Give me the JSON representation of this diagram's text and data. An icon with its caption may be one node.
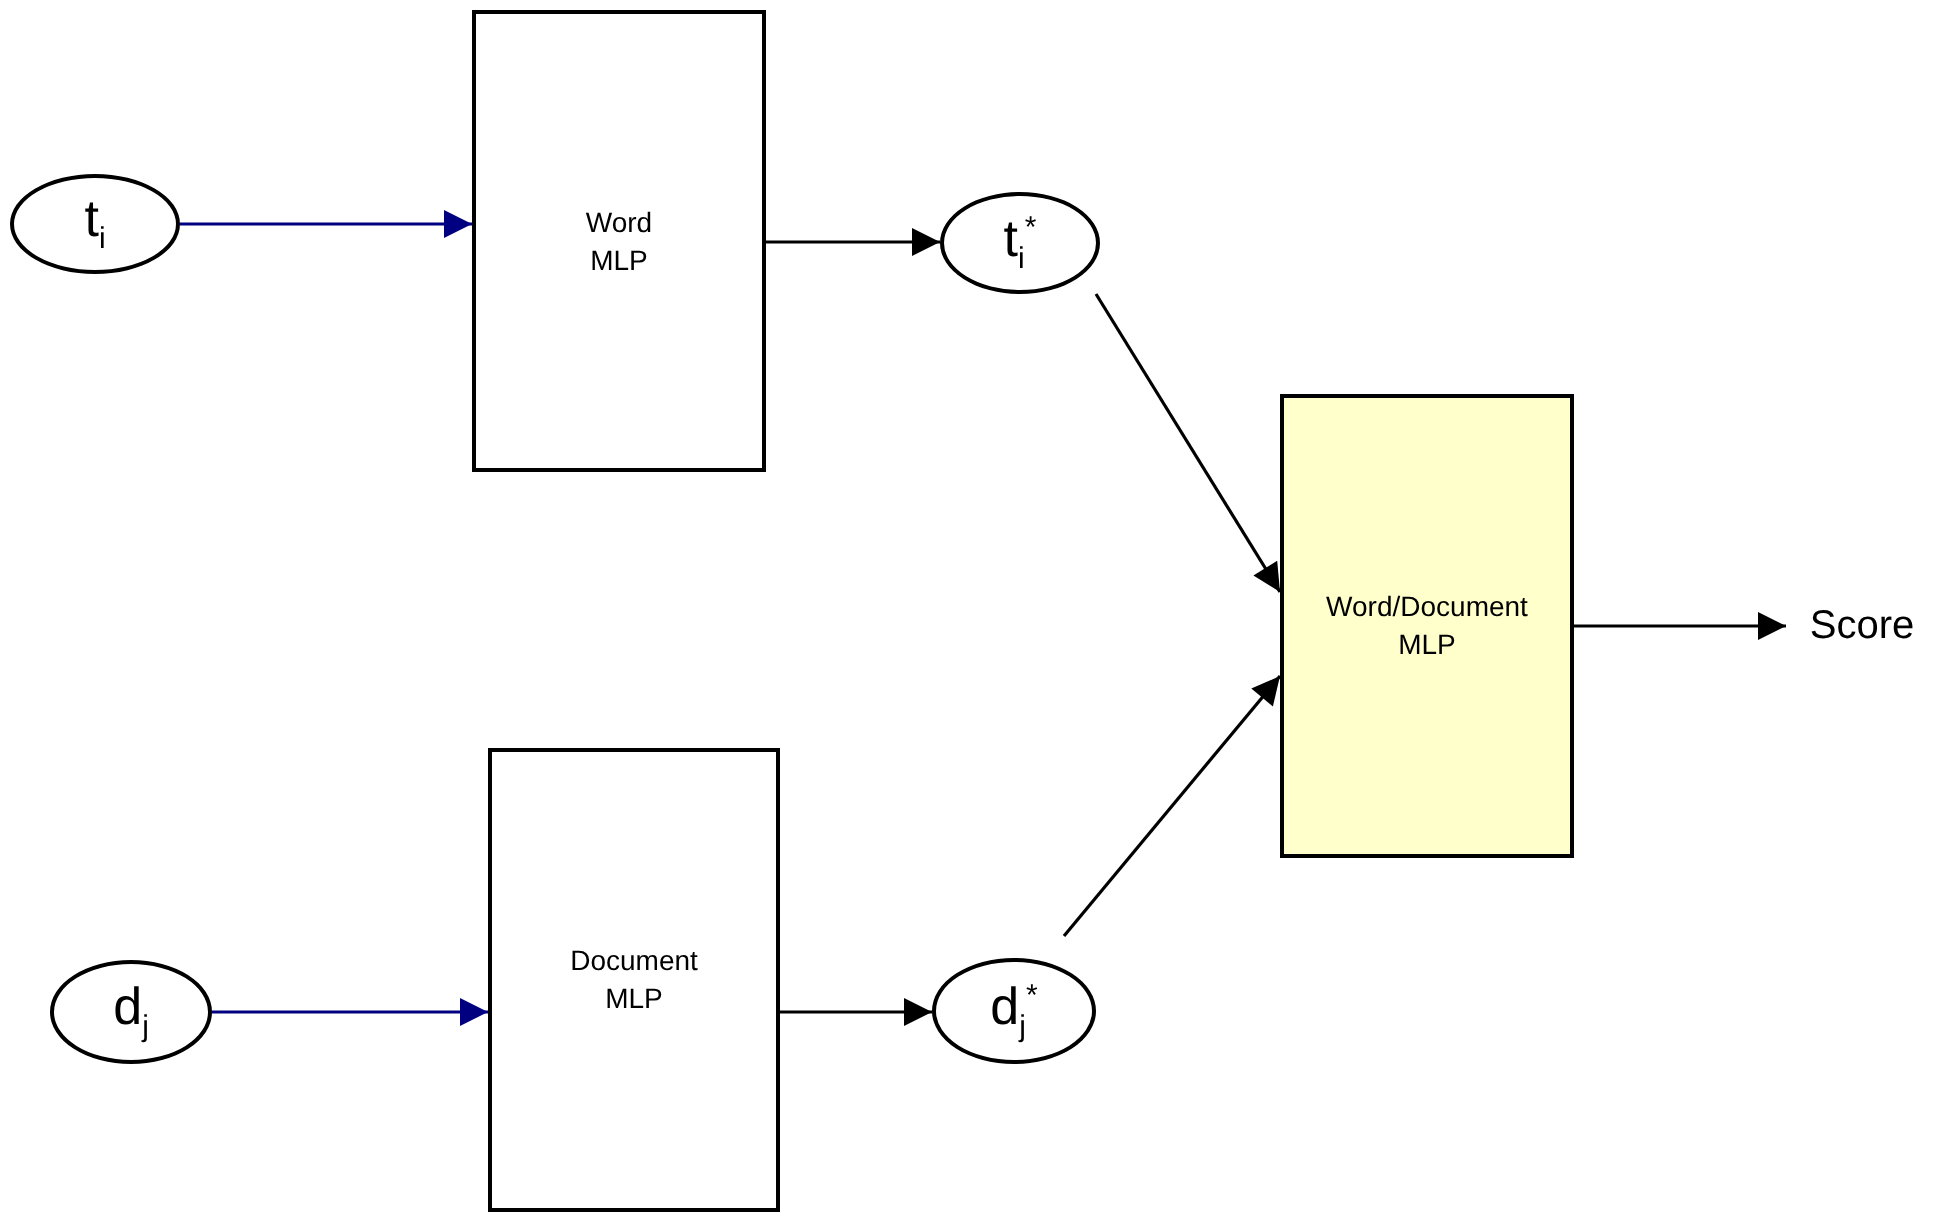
{
  "diagram": {
    "nodes": [
      {
        "text": [
          "t$_{i}$"
        ]
      },
      {
        "text": [
          "Word MLP"
        ]
      },
      {
        "text": [
          "t$_{i}$$^{*}$"
        ]
      },
      {
        "text": [
          "d$_{j}$"
        ]
      },
      {
        "text": [
          "Document MLP"
        ]
      },
      {
        "text": [
          "d$_{j}$$^{*}$"
        ]
      },
      {
        "text": [
          "Word/Document MLP"
        ]
      },
      {
        "text": [
          "Score"
        ]
      }
    ],
    "edges": [
      {
        "from": 0,
        "to": 1,
        "arrow": "to",
        "color": "#000080"
      },
      {
        "from": 1,
        "to": 2,
        "arrow": "to"
      },
      {
        "from": 2,
        "to": 6,
        "arrow": "to"
      },
      {
        "from": 3,
        "to": 4,
        "arrow": "to",
        "color": "#000080"
      },
      {
        "from": 4,
        "to": 5,
        "arrow": "to"
      },
      {
        "from": 5,
        "to": 6,
        "arrow": "to"
      },
      {
        "from": 6,
        "to": 7,
        "arrow": "to"
      }
    ]
  }
}
